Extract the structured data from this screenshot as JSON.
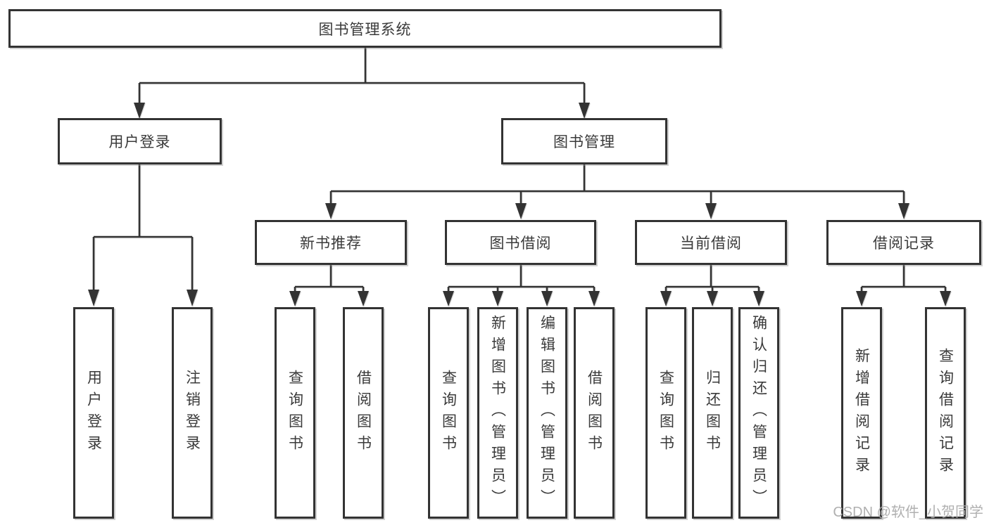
{
  "tree": {
    "root": {
      "label": "图书管理系统"
    },
    "level2": {
      "user_login": {
        "label": "用户登录",
        "children": [
          "用户登录",
          "注销登录"
        ]
      },
      "book_management": {
        "label": "图书管理"
      }
    },
    "level3": {
      "new_book_recommend": {
        "label": "新书推荐",
        "children": [
          "查询图书",
          "借阅图书"
        ]
      },
      "book_borrowing": {
        "label": "图书借阅",
        "children": [
          "查询图书",
          "新增图书（管理员）",
          "编辑图书（管理员）",
          "借阅图书"
        ]
      },
      "current_borrowing": {
        "label": "当前借阅",
        "children": [
          "查询图书",
          "归还图书",
          "确认归还（管理员）"
        ]
      },
      "borrowing_records": {
        "label": "借阅记录",
        "children": [
          "新增借阅记录",
          "查询借阅记录"
        ]
      }
    }
  },
  "watermark": {
    "text": "CSDN @软件_小贺同学"
  },
  "colors": {
    "line": "#333333",
    "text": "#3a3a3a",
    "background": "#ffffff",
    "watermark": "#acacac"
  }
}
